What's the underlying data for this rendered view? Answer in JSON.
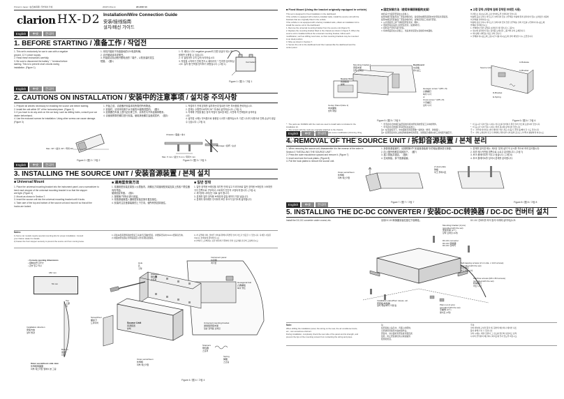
{
  "header": {
    "printed_in": "Printed in Japan / 在日本印刷 / 일본에서 인쇄",
    "doc_date": "2004/5 (Wor-k)",
    "doc_code": "284-8667-00",
    "brand": "clarion",
    "model": "HX-D2",
    "title_en": "Installation/Wire Connection Guide",
    "title_cn": "安装/接线指南",
    "title_kr": "설치/배선 가이드"
  },
  "langs": {
    "en": "English",
    "cn": "中文",
    "kr": "한국어"
  },
  "s1": {
    "heading": "1. BEFORE STARTING / 准备工作 / 작업전",
    "en_lines": [
      "1. This set is exclusively for use in cars with a negative",
      "ground, 12 V power supply.",
      "2. Read these instructions carefully.",
      "3. Be sure to disconnect the battery \"-\" terminal before",
      "starting. This is to prevent short circuits during",
      "installation. (Figure 1)"
    ],
    "cn_lines": [
      "1. 本机只能用于负极接地的12V电源车辆。",
      "2. 请仔细阅读本说明书。",
      "3. 开始前请务必断开蓄电池的\"-\"端子，以防安装时发生",
      "短路。（图1）"
    ],
    "kr_lines": [
      "1. 이 세트는 12V, negative ground의 전원 공급이 되는 차",
      "량에만 사용할 수 있습니다.",
      "2. 이 설명서를 주의 깊게 숙지하십시오.",
      "3. 작업을 시작하기 전에 반드시 배터리의 \"-\"단자를 분리하십",
      "시오. 설치 중 단락을 방지하기 위함입니다. (그림 1)"
    ],
    "car_battery": "Car battery",
    "fig": "Figure 1 / 图 1 / 그림 1"
  },
  "s2": {
    "heading": "2. CAUTIONS ON INSTALLATION / 安装中的注意事项 / 설치중 주의사항",
    "en_lines": [
      "1. Prepare all articles necessary for installing the source unit before starting.",
      "2. Install the unit within 30° of the horizontal plane. (Figure 2)",
      "3. If you have to do any work on the car body, such as drilling holes, consult your car",
      "dealer beforehand.",
      "4. Use the enclosed screws for installation. Using other screws can cause damage.",
      "(Figure 3)"
    ],
    "cn_lines": [
      "1. 开始之前，请准备好安装本机所需的所有物品。",
      "2. 安装时，请将本机置于水平面的30度角范围内。（图2）",
      "3. 如需要在车身上进行钻孔等工作，请事先与汽车经销商联系。",
      "4. 请使用附带的螺钉进行安装。使用其他螺钉会造成损坏。（图3）"
    ],
    "kr_lines": [
      "1. 작업하기 전에 본체를 설치하는데 필요한 모든 부속품을 준비하십시오.",
      "2. 본체는 수평면으로부터 30° 이내로 설치하십시오. (그림 2)",
      "3. 차체에 구멍을 뚫는 등의 작업이 필요할 때는, 사전에 차 판매점과 상의하십",
      "시오.",
      "4. 설치할 시에는 부속품으로 동봉된 나사를 사용하십시오. 다른 나사의 사용으로 인해 손상이 생길",
      "수 있습니다. (그림 3)"
    ],
    "max30": "Max. 30° / 最大 30° / 최대 30°",
    "chassis": "Chassis / 底盘 / 섀시",
    "damage": "Damage / 损坏 / 손상",
    "max5": "Max. 5 mm / 最大 5 mm / 최대 5 mm",
    "fig2": "Figure 2 / 图 2 / 그림 2",
    "fig3": "Figure 3 / 图 3 / 그림 3"
  },
  "s3": {
    "heading": "3. INSTALLING THE SOURCE UNIT / 安装音源装置 / 본체 설치",
    "sub_en": "■ Universal Mount",
    "sub_cn": "■ 通用型安装方法",
    "sub_kr": "■ 일반 장착",
    "en_lines": [
      "1. Place the universal mounting bracket into the instrument panel, use a screwdriver to",
      "bend each stopper of the universal mounting bracket in so that the stopper",
      "are tight. (Figure 4)",
      "2. Mount as shown in Section 7.",
      "3. Insert the source unit into the universal mounting bracket until it locks.",
      "4. Take care of the top and bottom of the source unit and mount it so that all the",
      "hooks are locked."
    ],
    "cn_lines": [
      "1. 将通用型安装支架放入仪表板内，用螺丝刀将通用型安装支架上的各个限位器向内弯曲，",
      "使其固定牢固。（图4）",
      "2. 按照第7节所示进行安装。",
      "3. 将音源装置插入通用型安装支架中直至锁住。",
      "4. 安装时注意音源装置的上下方向，使所有的挂钩锁住。"
    ],
    "kr_lines": [
      "1. 일반 장착용 브래킷을 계기판 안에 넣고 드라이버로 일반 장착용 브래킷의 스토퍼를",
      "각각 안쪽으로 구부려서 스토퍼가 단단히 고정되게 합니다. (그림 4)",
      "2. 제7장에 나와있는 대로 설치 합니다.",
      "3. 본체를 일반 장착용 브래킷에 걸릴 때까지 끼워 넣습니다.",
      "4. 본체의 위아래를 주의하여 모든 후크가 잠기도록 설치합니다."
    ],
    "notes_title": "Notes:",
    "notes_en": [
      "1) Some car models require special mounting kits for proper installation. Consult",
      "your Clarion dealer for details.",
      "2) Fasten the front stopper securely to prevent the source unit from coming loose."
    ],
    "notes_cn": [
      "1) 某些车型需要特别的安装工具进行正确的安装。详细情况请向Clarion经销商咨询。",
      "2) 前面的限位器必须牢固固定以防音源装置脱落。"
    ],
    "notes_kr": [
      "1) 차 모델에 따라, 올바른 설치를 위해서 특별한 설치 키트가 필요할 수 있습니다. 자세한 사항은",
      "Clarion 판매점에 문의하십시오.",
      "2) 본체가 느슨해지는 것을 방지하기 위하여 전면 스토퍼를 단단히 고정하십시오."
    ],
    "dims_title": "• Console opening dimensions",
    "dims_cn": "• 控制台开口尺寸",
    "dims_kr": "• 콘솔 입구 치수",
    "dim_w": "182 mm",
    "dim_h": "53 mm",
    "top": "Top",
    "top_cn": "上部",
    "top_kr": "위",
    "bottom": "Bottom",
    "bottom_cn": "底部",
    "bottom_kr": "아래",
    "install_dir": "Installation direction",
    "install_dir_cn": "安装方向",
    "install_dir_kr": "설치 방향",
    "outer_title": "Outer escutcheon side view",
    "outer_cn": "外饰框侧面图",
    "outer_kr": "외부 에스커천 옆에서 본 그림",
    "hole": "Hole",
    "hole_cn": "孔",
    "hole_kr": "구멍",
    "stoppers": "Stoppers",
    "stoppers_cn": "限位器",
    "stoppers_kr": "스토퍼",
    "instrument_panel": "Instrument panel",
    "instrument_panel_cn": "仪表板",
    "instrument_panel_kr": "계기판",
    "hex_bolt": "Hexagonal bolt",
    "hex_bolt_cn": "六角螺栓",
    "hex_bolt_kr": "육각 볼트",
    "screwdriver": "Screwdriver",
    "screwdriver_cn": "螺丝刀",
    "screwdriver_kr": "드라이버",
    "source_unit": "Source Unit",
    "source_unit_cn": "音源装置",
    "source_unit_kr": "본체",
    "universal_bracket": "Universal mounting bracket",
    "universal_bracket_cn": "通用型安装支架",
    "universal_bracket_kr": "일반 장착용 브래킷",
    "outer_esc": "Outer escutcheon",
    "outer_esc_cn": "外饰框",
    "outer_esc_kr": "외부 에스커천",
    "stoppers2": "Stoppers",
    "stoppers2_cn": "限位器",
    "stoppers2_kr": "스토퍼",
    "spring": "Spring",
    "spring_cn": "弹簧",
    "spring_kr": "스프링",
    "fig4": "Figure 4 / 图 4 / 그림 4"
  },
  "right_top": {
    "en_title": "■ Fixed Mount (Using the bracket originally equipped in vehicle)",
    "cn_title": "■ 固定安装方法（使用车辆原装配的支架）",
    "kr_title": "■ 고정 장착 (차량에 원래 장착된 브래킷 사용)",
    "en_lines": [
      "This set is designed for fixed installation in the dashboard.",
      "If the vehicle is equipped with a factory installed radio, install the source unit with the",
      "brackets that are originally fitted in the vehicle.",
      "If the vehicle is not equipped with a factory installed radio, obtain an installation kit to",
      "install the source unit in the dashboard.",
      "1. Remove the universal mounting bracket from the source unit (Figure 5).",
      "2. Replace the mounting bracket fitted to the chassis as shown in Figure 5. When the",
      "source unit is installed without the universal mounting bracket, follow each",
      "modification, such as drilling new holes, so that mounting brackets may be mounted",
      "to an ideal position.",
      "3. Mine as shown in Section 7.",
      "4. Secure the unit to the dashboard and then reassemble the dashboard and the",
      "center panel."
    ],
    "cn_lines": [
      "本机设计为固定安装在仪表板上。",
      "如果车辆已配备有出厂安装的收音机，请使用车辆原装配的支架安装音源装置。",
      "如果车辆没有配备出厂安装的收音机，请购买安装工具进行安装。",
      "1. 从音源装置上拆下通用型安装支架（图5）。",
      "2. 更换安装在底盘上的安装支架，如图5所示。",
      "3. 按照第7节所示进行安装。",
      "4. 将本机固定在仪表板上，然后重新装配仪表板和中央面板。"
    ],
    "kr_lines": [
      "이 세트는 대시보드에 고정 설치하도록 설계되어 있습니다.",
      "차량에 공장 출하시 라디오가 설치되어 있는 경우에는 차량에 원래 장착되어 있는 브래킷을 사용하",
      "여 본체를 설치하십시오.",
      "차량에 공장 출하시 라디오가 설치되어 있지 않은 경우에는 설치 키트를 구입하여 대시보드에",
      "본체를 설치하십시오.",
      "1. 본체에서 일반 장착용 브래킷을 제거합니다 (그림 5).",
      "2. 섀시에 장착되어 있는 장착용 브래킷을 그림 5와 같이 교체합니다.",
      "3. 제7장에 나와있는 대로 설치 합니다.",
      "4. 본체를 대시보드에 고정시킨 다음 대시보드와 센터 패널을 다시 조립합니다."
    ],
    "dashboard": "Dashboard",
    "dashboard_cn": "仪表板",
    "dashboard_kr": "대시보드",
    "mounting_bracket": "Mounting bracket *",
    "mounting_bracket_cn": "安装支架",
    "mounting_bracket_kr": "장착 브래킷",
    "source_unit": "Source Unit",
    "source_unit_cn": "音源装置",
    "source_unit_kr": "본체",
    "center_panel": "Center Panel (Note 1)",
    "center_panel_cn": "中央面板",
    "center_panel_kr": "센터 패널",
    "hex_screw": "Hexagon screw * (M5 x 8)",
    "hex_screw_cn": "六角螺钉",
    "hex_screw_kr": "육각 나사",
    "or": "or",
    "cross_screw": "Cross screw * (M5 x 8)",
    "cross_screw_cn": "十字螺钉",
    "cross_screw_kr": "십자 나사",
    "fig5": "Figure 5 / 图 5 / 그림 5",
    "source_unit2": "Source Unit",
    "release": "A-Release",
    "bracket": "C-Bracket",
    "d_bracket": "D-Bracket",
    "n_lock": "E-Spring",
    "fig6": "Figure 6 / 图 6 / 그림 6",
    "note_en": [
      "* : The parts are SCREW with the mark are used to install radio is included in the",
      "installation kit.",
      "* : The screws with the mark are originally attached to the chassis.",
      "Note 1: In some cases, the centre panel may require some modification (trimming, filing,",
      "etc.).",
      "Note 2: If a hook on the installation bracket interferes with the unit, bend and flatten it",
      "with a nipper or a similar tool."
    ],
    "note_cn": [
      "* : 带有此标记的螺钉是安装收音机时所使用的安装工具中的附件。",
      "* : 带有此标记的螺钉原来安装在底盘上。",
      "注1: 在某些情况下，中央面板可能需要做一些修改（修剪、锉削等）。",
      "注2: 如果安装支架上的挂钩妨碍本机的安装，请用钳子或类似的工具将其弯曲压平。"
    ],
    "note_kr": [
      "* : 이 표시가 되어 있는 나사는 라디오를 설치하기 위한 설치 키트에 포함되어 있습니다.",
      "* : 이 표시가 되어 있는 나사는 원래 섀시에 장착되어 있습니다.",
      "주 1 : 경우에 따라서는 센터 패널을 약간 개조 (다듬기, 줄질 등)해야 할 수도 있습니다.",
      "주 2 : 설치 브래킷의 후크가 본체에 간섭되면 니퍼 등의 공구로 구부려서 평평하게 하십시오."
    ]
  },
  "s4": {
    "heading": "4. REMOVAL OF THE SOURCE UNIT / 拆卸音源装置 / 본체 분리",
    "en_lines": [
      "1. When removing the source unit, disassemble it in the reverse of the order in",
      "Section 3 \"INSTALLING THE SOURCE UNIT\".",
      "2. Press the outer escutcheon upward and remove it. (Figure 7)",
      "3. Insert and lock the hook plates. (Figure 8)",
      "4. Pull the hook plates to remove the source unit."
    ],
    "cn_lines": [
      "1. 拆卸音源装置时，请按照第3节\"安装音源装置\"中的相反顺序进行拆卸。",
      "2. 向上推外饰框并将其拆下。（图7）",
      "3. 插入钩板并锁定。（图8）",
      "4. 拉动钩板，拆下音源装置。"
    ],
    "kr_lines": [
      "1. 본체를 분리할 때는, 제3장 \"본체 설치\"의 순서를 역으로 하여 분리합니다.",
      "2. 외부 에스커천을 위쪽으로 누르고 분리합니다. (그림 7)",
      "3. 후크 플레이트를 끼우고 잠급니다. (그림 8)",
      "4. 후크 플레이트를 당겨서 본체를 분리합니다."
    ],
    "outer_esc": "Outer escutcheon",
    "outer_esc_cn": "外饰框",
    "outer_esc_kr": "외부 에스커천",
    "hook_plate": "2 Hook plate",
    "hook_plate_cn": "钩板",
    "hook_plate_kr": "후크 플레이트",
    "fig7": "Figure 7 / 图 7 / 그림 7",
    "fig8": "Figure 8 / 图 8 / 그림 8"
  },
  "s5": {
    "heading": "5. INSTALLING THE DC-DC CONVERTER / 安装DC-DC转换器 / DC-DC 컨버터 설치",
    "en_intro": "Install the DC-DC converter under a seat, etc.",
    "cn_intro": "请将DC-DC转换器安装在座位下面等处。",
    "kr_intro": "DC-DC 컨버터를 좌석 등의 아래에 설치하십시오.",
    "labels": [
      "Mounting bracket (2 pcs)",
      "(provided with the set)",
      "安装支架 (2个)",
      "장착 브래킷 (2개)",
      "DC-DC converter",
      "DC-DC 转换器",
      "DC-DC 컨버터",
      "Self-tapping screws (2 mm dia. x 14.6 screws)",
      "(provided with the set)",
      "自攻螺钉",
      "셀프태핑 나사",
      "Machine screws (M4 x 8/4 screws)",
      "(provided with the set)",
      "机械螺钉",
      "머신 나사",
      "Installation panel/floor carpet, etc.",
      "安装板/地毯等",
      "설치 패널/바닥 카펫 등",
      "Plain nut (4 pcs)",
      "(provided with the set)",
      "平螺母 (4个)",
      "평너트 (4개)"
    ],
    "note_title": "Note:",
    "note_en": [
      "When drilling the installation panel, the wiring on the rear, the air conditioner ducts,",
      "etc., can sometimes obstruct.",
      "During installation, completely check the rear side of the panel and its strength, and",
      "prevent the tips of the mounting screws from contacting the wiring and pipes."
    ],
    "note_cn": [
      "注:",
      "在安装板上钻孔时，背面上的配线、",
      "空调通风管等有时会妨碍作业。",
      "安装时，请全面检查安装板背面及其",
      "强度，防止安装螺钉的尖端接触到",
      "配线和管道。"
    ],
    "note_kr": [
      "주의:",
      "설치 패널에 구멍을 뚫을 때, 뒷면의 배선이나 에어컨 덕트",
      "등이 방해가 될 수 있습니다.",
      "설치 시에는, 패널 뒷면과 그 강도를 완전히 점검하고 장착",
      "나사의 끝부분이 배선이나 파이프에 닿지 않도록 하십시오."
    ]
  }
}
